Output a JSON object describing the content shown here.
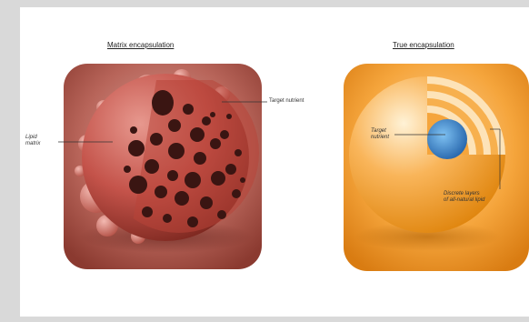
{
  "left_panel": {
    "title": "Matrix encapsulation",
    "label_lipid": "Lipid\nmatrix",
    "label_target": "Target nutrient"
  },
  "right_panel": {
    "title": "True encapsulation",
    "label_target": "Target\nnutrient",
    "label_layers": "Discrete layers\nof all-natural lipid"
  },
  "colors": {
    "left_tile": "#a8453a",
    "left_sphere": "#c7564a",
    "pores": "#3a1512",
    "right_tile": "#f29a2a",
    "right_sphere": "#f6a43a",
    "core": "#2f7fc9"
  }
}
